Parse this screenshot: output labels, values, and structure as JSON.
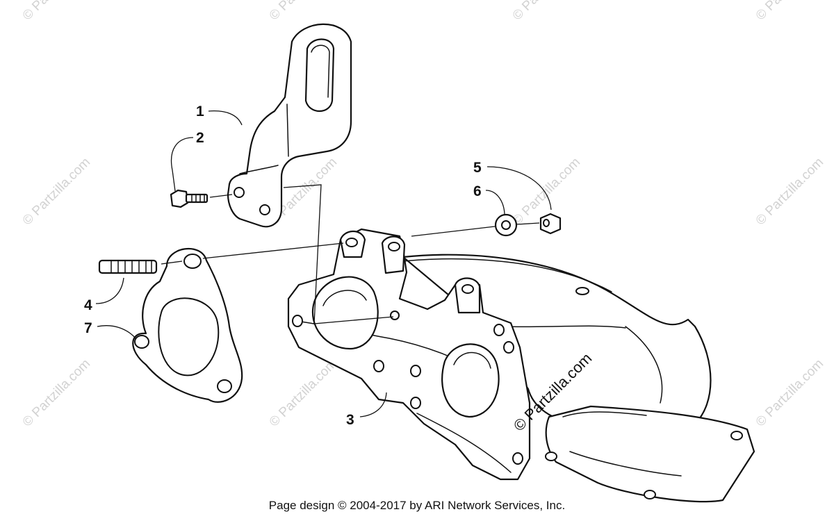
{
  "callouts": {
    "c1": "1",
    "c2": "2",
    "c3": "3",
    "c4": "4",
    "c5": "5",
    "c6": "6",
    "c7": "7"
  },
  "watermark": "© Partzilla.com",
  "copyright_overlay": "© Partzilla.com",
  "footer": {
    "text": "Page design © 2004-2017 by ARI Network Services, Inc."
  },
  "colors": {
    "line": "#111111",
    "watermark": "#d2d2d2",
    "background": "#ffffff"
  }
}
